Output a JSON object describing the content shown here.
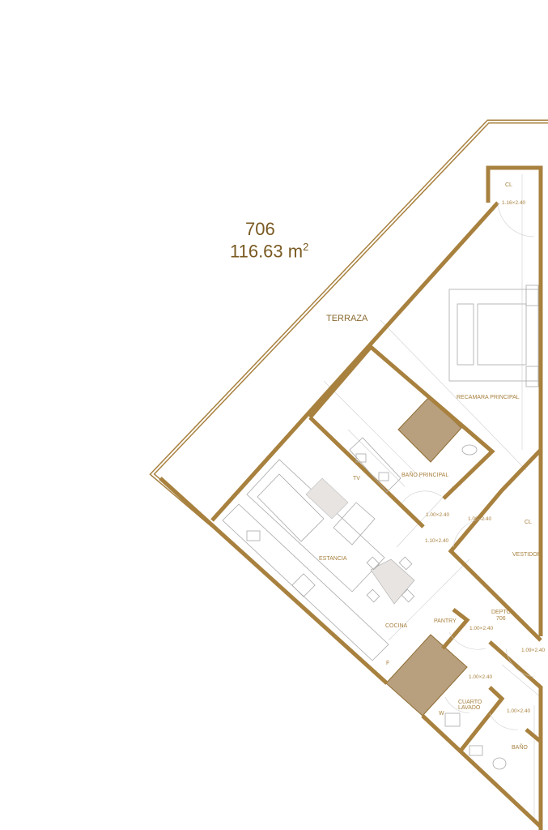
{
  "unit": {
    "number": "706",
    "area": "116.63 m",
    "area_sup": "2"
  },
  "colors": {
    "wall": "#a8813f",
    "shaft": "#b8a07e",
    "furniture": "#a9a9a9",
    "table_fill": "#e8e4e2"
  },
  "rooms": {
    "terraza": "TERRAZA",
    "recamara": "RECAMARA PRINCIPAL",
    "bano_principal": "BAÑO PRINCIPAL",
    "tv": "TV",
    "estancia": "ESTANCIA",
    "cocina": "COCINA",
    "pantry": "PANTRY",
    "depto_line1": "DEPTO",
    "depto_line2": "706",
    "vestidor": "VESTIDOR",
    "cl_top": "CL",
    "cl_vestidor": "CL",
    "cuarto_line1": "CUARTO",
    "cuarto_line2": "LAVADO",
    "bano": "BAÑO",
    "fridge": "F",
    "washer": "W"
  },
  "doors": {
    "cl": "1.16×2.40",
    "bano_principal": "1.00×2.40",
    "vestidor": "1.00×2.40",
    "recamara": "1.10×2.40",
    "pantry": "1.00×2.40",
    "entry": "1.09×2.40",
    "lavado": "1.00×2.40",
    "bano": "1.00×2.40"
  }
}
